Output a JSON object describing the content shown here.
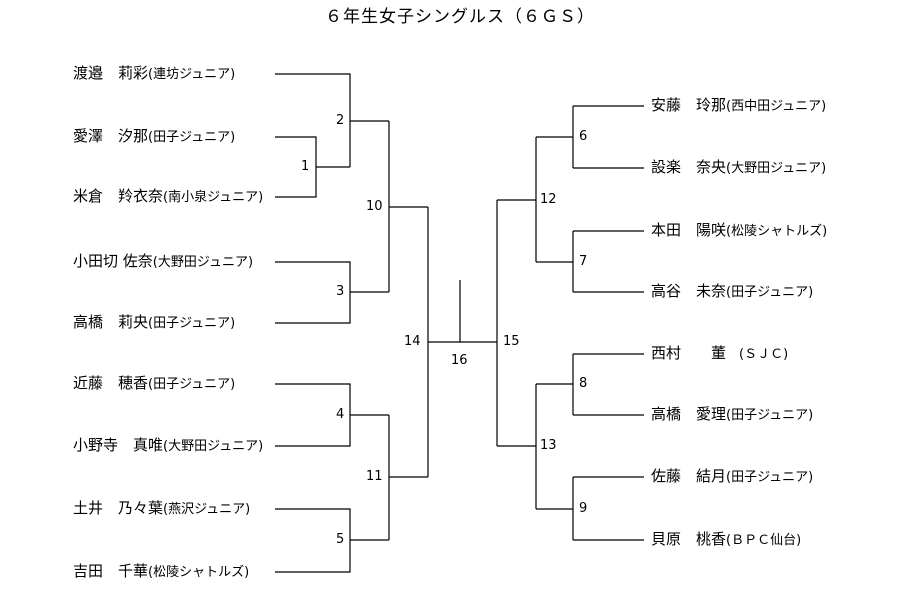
{
  "title": "６年生女子シングルス（６ＧＳ）",
  "left_players": [
    {
      "name": "渡邉　莉彩",
      "team": "(連坊ジュニア)"
    },
    {
      "name": "愛澤　汐那",
      "team": "(田子ジュニア)"
    },
    {
      "name": "米倉　羚衣奈",
      "team": "(南小泉ジュニア)"
    },
    {
      "name": "小田切 佐奈",
      "team": "(大野田ジュニア)"
    },
    {
      "name": "高橋　莉央",
      "team": "(田子ジュニア)"
    },
    {
      "name": "近藤　穂香",
      "team": "(田子ジュニア)"
    },
    {
      "name": "小野寺　真唯",
      "team": "(大野田ジュニア)"
    },
    {
      "name": "土井　乃々葉",
      "team": "(燕沢ジュニア)"
    },
    {
      "name": "吉田　千華",
      "team": "(松陵シャトルズ)"
    }
  ],
  "right_players": [
    {
      "name": "安藤　玲那",
      "team": "(西中田ジュニア)"
    },
    {
      "name": "設楽　奈央",
      "team": "(大野田ジュニア)"
    },
    {
      "name": "本田　陽咲",
      "team": "(松陵シャトルズ)"
    },
    {
      "name": "高谷　未奈",
      "team": "(田子ジュニア)"
    },
    {
      "name": "西村　　董",
      "team": "　(ＳＪＣ)"
    },
    {
      "name": "高橋　愛理",
      "team": "(田子ジュニア)"
    },
    {
      "name": "佐藤　結月",
      "team": "(田子ジュニア)"
    },
    {
      "name": "貝原　桃香",
      "team": "(ＢＰＣ仙台)"
    }
  ],
  "matches": [
    "1",
    "2",
    "3",
    "4",
    "5",
    "6",
    "7",
    "8",
    "9",
    "10",
    "11",
    "12",
    "13",
    "14",
    "15",
    "16"
  ]
}
